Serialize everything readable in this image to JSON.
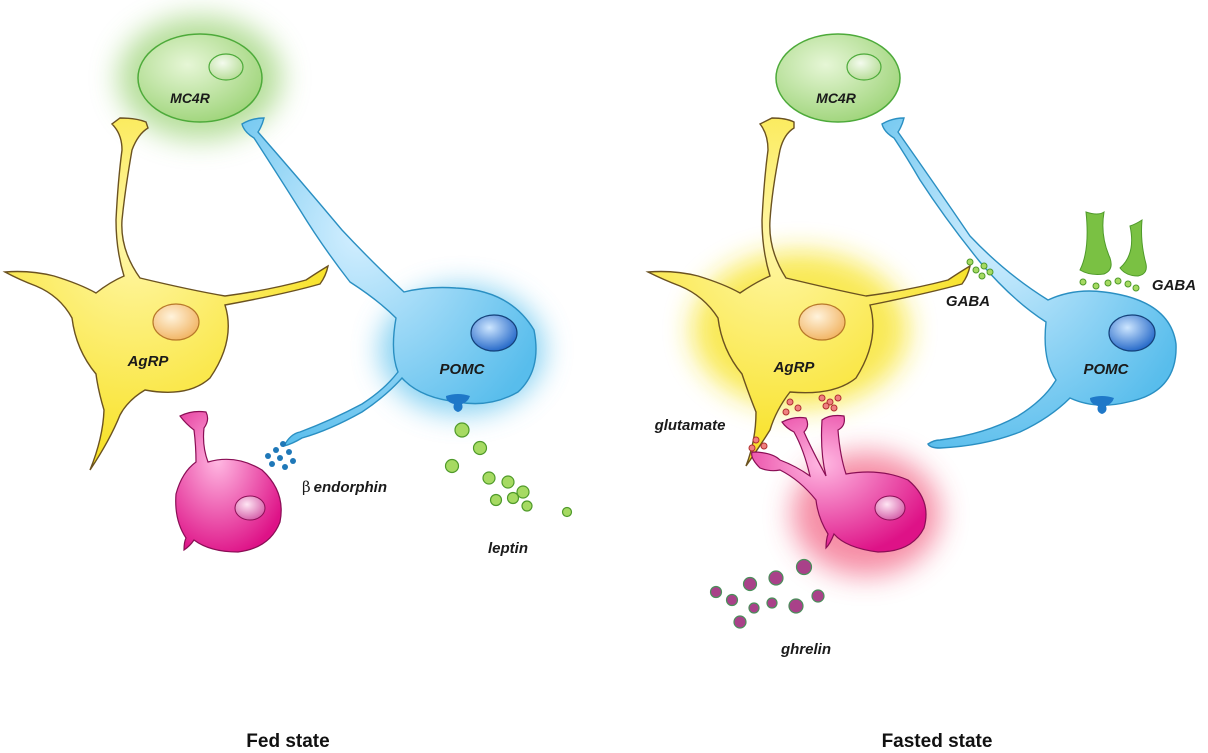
{
  "panels": {
    "fed": {
      "title": "Fed state",
      "labels": {
        "mc4r": "MC4R",
        "agrp": "AgRP",
        "pomc": "POMC",
        "beta_symbol": "β",
        "endorphin": "endorphin",
        "leptin": "leptin"
      }
    },
    "fasted": {
      "title": "Fasted state",
      "labels": {
        "mc4r": "MC4R",
        "agrp": "AgRP",
        "pomc": "POMC",
        "gaba_left": "GABA",
        "gaba_right": "GABA",
        "glutamate": "glutamate",
        "ghrelin": "ghrelin"
      }
    }
  },
  "colors": {
    "mc4r": "#9ed479",
    "agrp": "#f7e21c",
    "pomc": "#5fc2ee",
    "ghrelin_neuron": "#e0198a",
    "leptin": "#8ccc4a",
    "ghrelin": "#a03a7a",
    "endorphin": "#1f78b8",
    "glutamate": "#c0392b",
    "gaba": "#6aba45"
  }
}
